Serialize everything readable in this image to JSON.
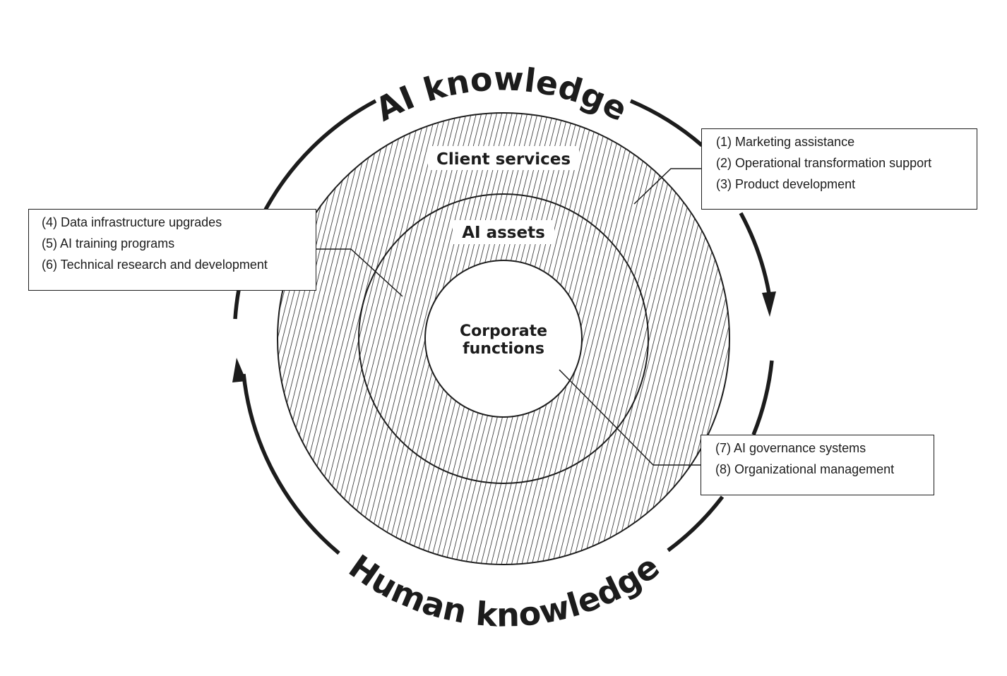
{
  "outer_cycle": {
    "top_label": "AI knowledge",
    "bottom_label": "Human knowledge"
  },
  "rings": {
    "outer_label": "Client services",
    "middle_label": "AI assets",
    "center_label_line1": "Corporate",
    "center_label_line2": "functions"
  },
  "callouts": {
    "client_services": {
      "items": [
        "(1) Marketing assistance",
        "(2) Operational transformation support",
        "(3) Product development"
      ]
    },
    "ai_assets": {
      "items": [
        "(4) Data infrastructure upgrades",
        "(5) AI training programs",
        "(6) Technical research and development"
      ]
    },
    "corporate_functions": {
      "items": [
        "(7) AI governance systems",
        "(8) Organizational management"
      ]
    }
  },
  "colors": {
    "ink": "#1c1c1c",
    "background": "#ffffff"
  }
}
